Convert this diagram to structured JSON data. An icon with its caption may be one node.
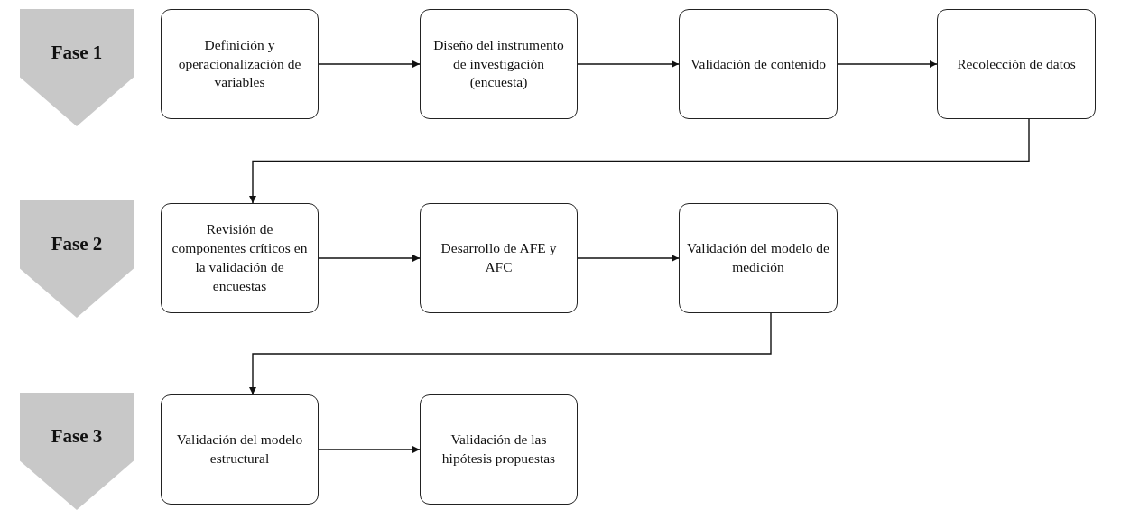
{
  "diagram": {
    "nodes": [
      {
        "text": [
          "Fase 1"
        ]
      },
      {
        "text": [
          "Definición y operacionalización de variables"
        ]
      },
      {
        "text": [
          "Diseño del instrumento de investigación (encuesta)"
        ]
      },
      {
        "text": [
          "Validación de contenido"
        ]
      },
      {
        "text": [
          "Recolección de datos"
        ]
      },
      {
        "text": [
          "Fase 2"
        ]
      },
      {
        "text": [
          "Revisión de componentes críticos en la validación de encuestas"
        ]
      },
      {
        "text": [
          "Desarrollo de AFE y AFC"
        ]
      },
      {
        "text": [
          "Validación del modelo de medición"
        ]
      },
      {
        "text": [
          "Fase 3"
        ]
      },
      {
        "text": [
          "Validación del modelo estructural"
        ]
      },
      {
        "text": [
          "Validación de las hipótesis propuestas"
        ]
      }
    ],
    "edges": [
      {
        "from": 1,
        "to": 2,
        "arrow": "to"
      },
      {
        "from": 2,
        "to": 3,
        "arrow": "to"
      },
      {
        "from": 3,
        "to": 4,
        "arrow": "to"
      },
      {
        "from": 4,
        "to": 6,
        "arrow": "to"
      },
      {
        "from": 6,
        "to": 7,
        "arrow": "to"
      },
      {
        "from": 7,
        "to": 8,
        "arrow": "to"
      },
      {
        "from": 8,
        "to": 10,
        "arrow": "to"
      },
      {
        "from": 10,
        "to": 11,
        "arrow": "to"
      }
    ]
  }
}
